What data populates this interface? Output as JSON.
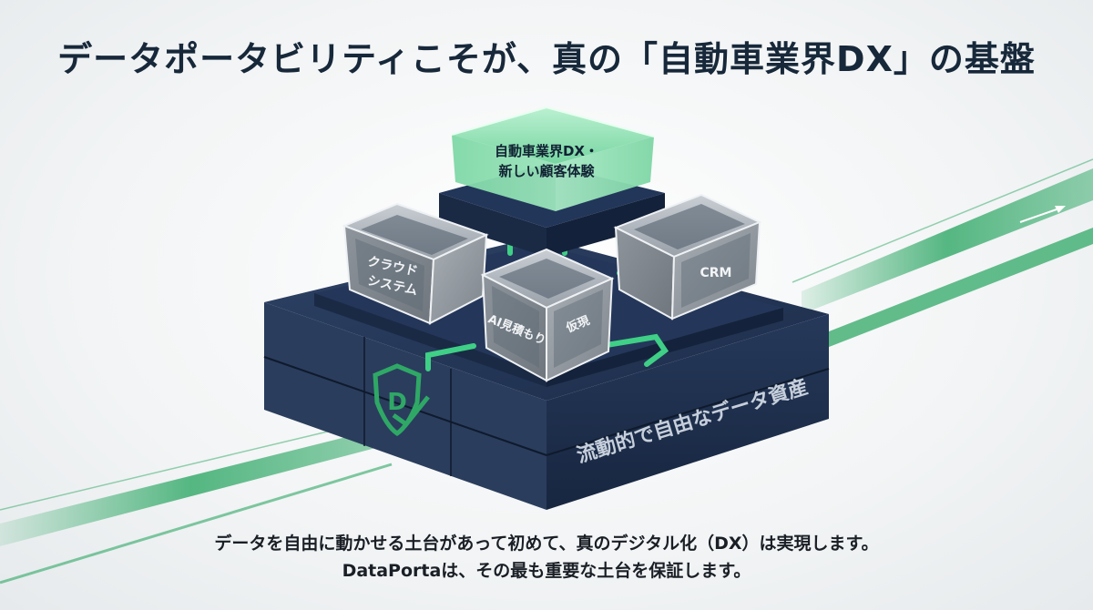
{
  "title": "データポータビリティこそが、真の「自動車業界DX」の基盤",
  "diagram": {
    "top_block_line1": "自動車業界DX・",
    "top_block_line2": "新しい顧客体験",
    "cube_left_line1": "クラウド",
    "cube_left_line2": "システム",
    "cube_right": "CRM",
    "cube_front_left": "AI見積もり",
    "cube_front_right": "仮現",
    "base_label": "流動的で自由なデータ資産",
    "shield_letter": "D"
  },
  "caption": {
    "line1": "データを自由に動かせる土台があって初めて、真のデジタル化（DX）は実現します。",
    "line2": "DataPortaは、その最も重要な土台を保証します。"
  },
  "colors": {
    "navy": "#1f3350",
    "green": "#2fa866",
    "glass_green": "#8fe2b4",
    "text_dark": "#17283a"
  }
}
